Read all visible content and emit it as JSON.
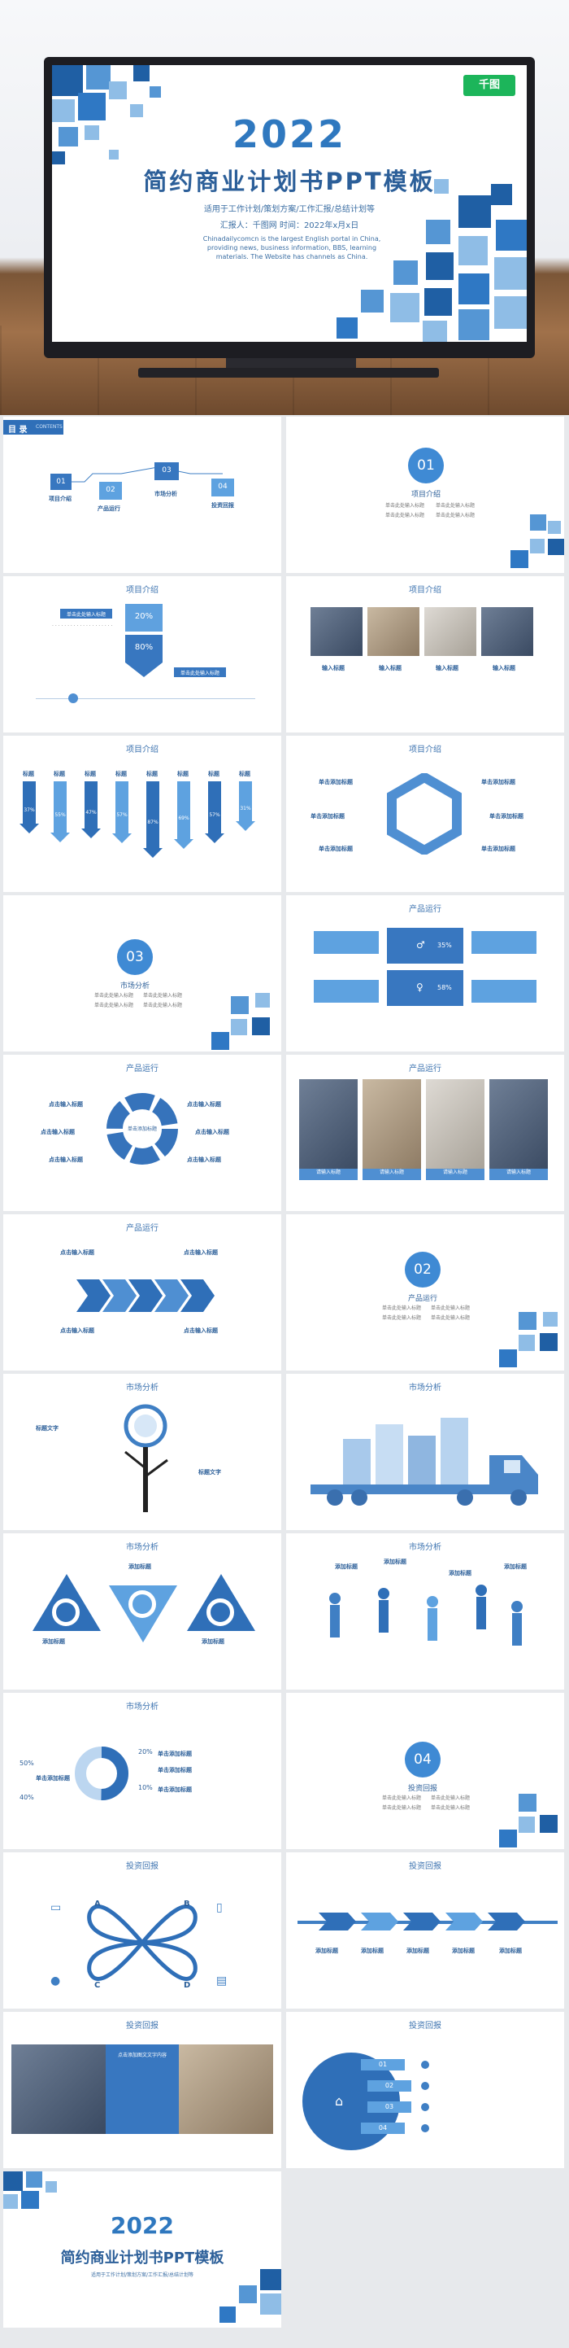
{
  "hero": {
    "brand": "千图",
    "year": "2022",
    "title": "简约商业计划书PPT模板",
    "subtitle": "适用于工作计划/策划方案/工作汇报/总结计划等",
    "reporter": "汇报人：千图网  时间：2022年x月x日",
    "english": "Chinadailycomcn is the largest English portal in China, providing news, business information, BBS, learning materials. The Website has channels as China."
  },
  "slides": {
    "s1": {
      "title": "目 录",
      "title_en": "CONTENTS",
      "items": [
        {
          "num": "01",
          "label": "项目介绍"
        },
        {
          "num": "02",
          "label": "产品运行"
        },
        {
          "num": "03",
          "label": "市场分析"
        },
        {
          "num": "04",
          "label": "投资回报"
        }
      ]
    },
    "s2": {
      "num": "01",
      "name": "项目介绍",
      "lines": [
        "单击此处输入标题",
        "单击此处输入标题",
        "单击此处输入标题",
        "单击此处输入标题"
      ]
    },
    "s3": {
      "title": "项目介绍",
      "pct1": "20%",
      "pct2": "80%",
      "tag1": "单击此处输入标题",
      "tag2": "单击此处输入标题"
    },
    "s4": {
      "title": "项目介绍",
      "caps": [
        "输入标题",
        "输入标题",
        "输入标题",
        "输入标题"
      ]
    },
    "s5": {
      "title": "项目介绍",
      "heads": [
        "标题",
        "标题",
        "标题",
        "标题",
        "标题",
        "标题",
        "标题",
        "标题"
      ],
      "pcts": [
        "37%",
        "55%",
        "47%",
        "57%",
        "87%",
        "69%",
        "57%",
        "31%"
      ]
    },
    "s6": {
      "title": "项目介绍",
      "labels": [
        "单击添加标题",
        "单击添加标题",
        "单击添加标题",
        "单击添加标题",
        "单击添加标题",
        "单击添加标题"
      ]
    },
    "s7": {
      "num": "03",
      "name": "市场分析",
      "lines": [
        "单击此处输入标题",
        "单击此处输入标题",
        "单击此处输入标题",
        "单击此处输入标题"
      ]
    },
    "s8": {
      "title": "产品运行",
      "pct1": "35%",
      "pct2": "58%"
    },
    "s9": {
      "title": "产品运行",
      "center": "单击添加标题",
      "labels": [
        "点击输入标题",
        "点击输入标题",
        "点击输入标题",
        "点击输入标题",
        "点击输入标题",
        "点击输入标题"
      ]
    },
    "s10": {
      "title": "产品运行",
      "caps": [
        "请输入标题",
        "请输入标题",
        "请输入标题",
        "请输入标题"
      ]
    },
    "s11": {
      "title": "产品运行",
      "labels": [
        "点击输入标题",
        "点击输入标题",
        "点击输入标题",
        "点击输入标题"
      ]
    },
    "s12": {
      "num": "02",
      "name": "产品运行",
      "lines": [
        "单击此处输入标题",
        "单击此处输入标题",
        "单击此处输入标题",
        "单击此处输入标题"
      ]
    },
    "s13": {
      "title": "市场分析",
      "labels": [
        "标题文字",
        "标题文字"
      ]
    },
    "s14": {
      "title": "市场分析"
    },
    "s15": {
      "title": "市场分析",
      "labels": [
        "添加标题",
        "添加标题",
        "添加标题"
      ]
    },
    "s16": {
      "title": "市场分析",
      "labels": [
        "添加标题",
        "添加标题",
        "添加标题",
        "添加标题"
      ]
    },
    "s17": {
      "title": "市场分析",
      "pcts": [
        "50%",
        "20%",
        "40%",
        "10%"
      ],
      "labels": [
        "单击添加标题",
        "单击添加标题",
        "单击添加标题",
        "单击添加标题"
      ]
    },
    "s18": {
      "num": "04",
      "name": "投资回报",
      "lines": [
        "单击此处输入标题",
        "单击此处输入标题",
        "单击此处输入标题",
        "单击此处输入标题"
      ]
    },
    "s19": {
      "title": "投资回报",
      "letters": [
        "A",
        "B",
        "C",
        "D"
      ]
    },
    "s20": {
      "title": "投资回报",
      "labels": [
        "添加标题",
        "添加标题",
        "添加标题",
        "添加标题",
        "添加标题"
      ]
    },
    "s21": {
      "title": "投资回报",
      "head": "点击添加图文文字内容"
    },
    "s22": {
      "title": "投资回报",
      "items": [
        "01",
        "02",
        "03",
        "04"
      ]
    },
    "s23": {
      "year": "2022",
      "title": "简约商业计划书PPT模板",
      "sub": "适用于工作计划/策划方案/工作汇报/总结计划等"
    }
  }
}
